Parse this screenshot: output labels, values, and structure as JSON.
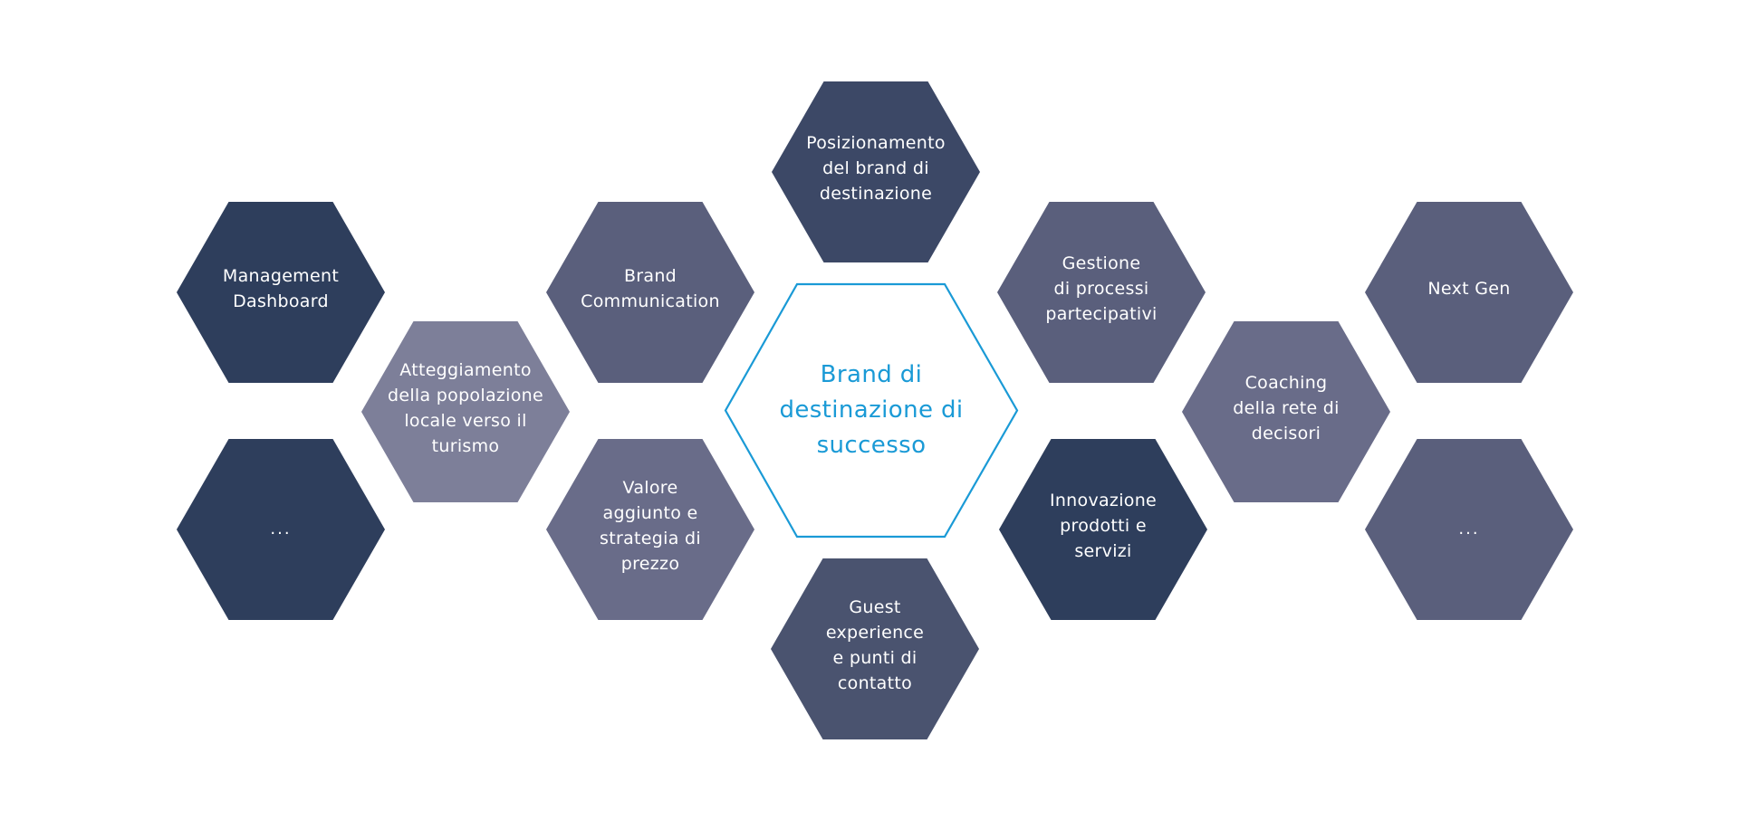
{
  "diagram": {
    "title": "Brand di destinazione di successo",
    "accent_color": "#1A9AD6",
    "center": {
      "label": "Brand di\ndestinazione di\nsuccesso",
      "stroke_color": "#1A9AD6",
      "text_color": "#1A9AD6"
    },
    "hexagons": [
      {
        "id": "management-dashboard",
        "label": "Management\nDashboard",
        "color": "#2E3E5C"
      },
      {
        "id": "ellipsis-left",
        "label": "...",
        "color": "#2E3E5C"
      },
      {
        "id": "atteggiamento",
        "label": "Atteggiamento\ndella popolazione\nlocale verso il\nturismo",
        "color": "#7D7F99"
      },
      {
        "id": "brand-communication",
        "label": "Brand\nCommunication",
        "color": "#5A5F7C"
      },
      {
        "id": "valore-aggiunto",
        "label": "Valore\naggiunto e\nstrategia di\nprezzo",
        "color": "#696C89"
      },
      {
        "id": "posizionamento",
        "label": "Posizionamento\ndel brand di\ndestinazione",
        "color": "#3C4866"
      },
      {
        "id": "guest-experience",
        "label": "Guest\nexperience\ne punti di\ncontatto",
        "color": "#4A536F"
      },
      {
        "id": "gestione-processi",
        "label": "Gestione\ndi processi\npartecipativi",
        "color": "#5A5F7C"
      },
      {
        "id": "innovazione",
        "label": "Innovazione\nprodotti e\nservizi",
        "color": "#2E3E5C"
      },
      {
        "id": "coaching",
        "label": "Coaching\ndella rete di\ndecisori",
        "color": "#696C89"
      },
      {
        "id": "next-gen",
        "label": "Next Gen",
        "color": "#5A5F7C"
      },
      {
        "id": "ellipsis-right",
        "label": "...",
        "color": "#5A5F7C"
      }
    ]
  }
}
